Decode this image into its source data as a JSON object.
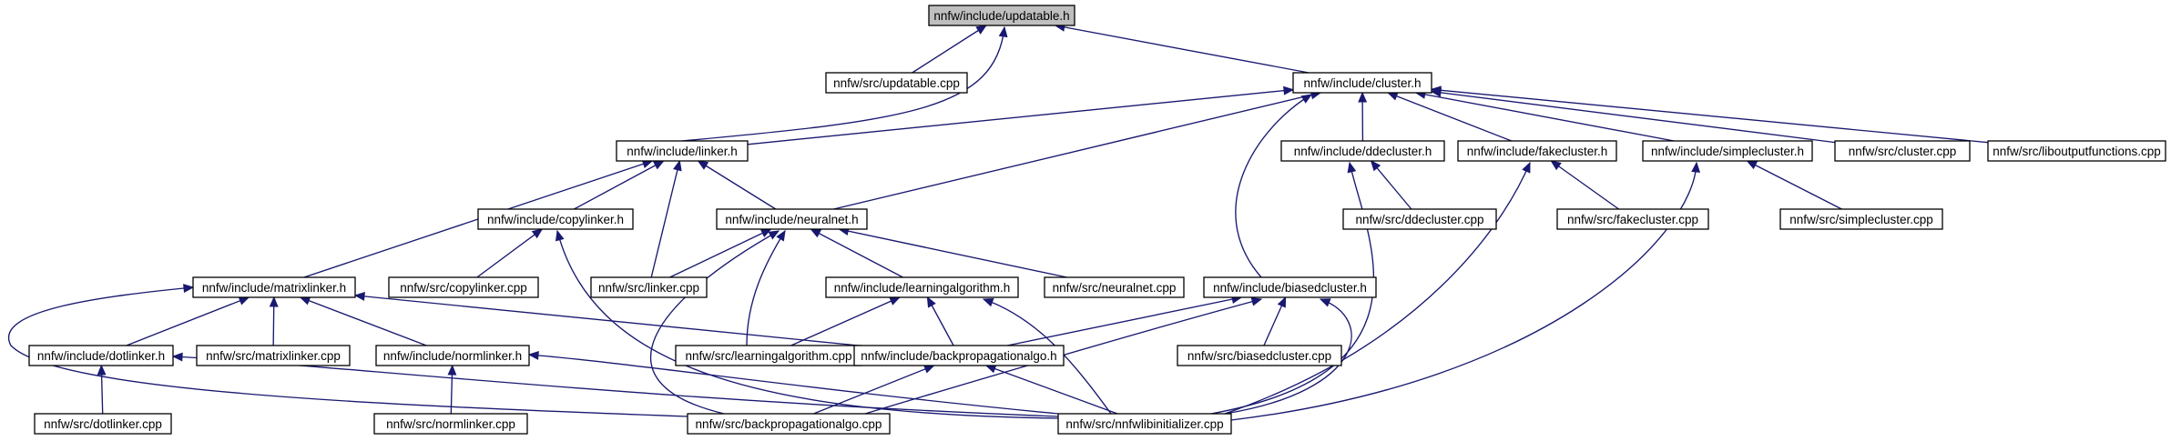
{
  "diagram": {
    "type": "include-dependency-graph",
    "colors": {
      "edge": "#191970",
      "root_fill": "#bfbfbf",
      "node_fill": "#ffffff",
      "node_border": "#000000"
    },
    "nodes": [
      {
        "id": "updatable_h",
        "label": "nnfw/include/updatable.h",
        "root": true
      },
      {
        "id": "updatable_cpp",
        "label": "nnfw/src/updatable.cpp"
      },
      {
        "id": "cluster_h",
        "label": "nnfw/include/cluster.h"
      },
      {
        "id": "linker_h",
        "label": "nnfw/include/linker.h"
      },
      {
        "id": "ddecluster_h",
        "label": "nnfw/include/ddecluster.h"
      },
      {
        "id": "fakecluster_h",
        "label": "nnfw/include/fakecluster.h"
      },
      {
        "id": "simplecluster_h",
        "label": "nnfw/include/simplecluster.h"
      },
      {
        "id": "cluster_cpp",
        "label": "nnfw/src/cluster.cpp"
      },
      {
        "id": "liboutputfunctions_cpp",
        "label": "nnfw/src/liboutputfunctions.cpp"
      },
      {
        "id": "copylinker_h",
        "label": "nnfw/include/copylinker.h"
      },
      {
        "id": "neuralnet_h",
        "label": "nnfw/include/neuralnet.h"
      },
      {
        "id": "ddecluster_cpp",
        "label": "nnfw/src/ddecluster.cpp"
      },
      {
        "id": "fakecluster_cpp",
        "label": "nnfw/src/fakecluster.cpp"
      },
      {
        "id": "simplecluster_cpp",
        "label": "nnfw/src/simplecluster.cpp"
      },
      {
        "id": "matrixlinker_h",
        "label": "nnfw/include/matrixlinker.h"
      },
      {
        "id": "copylinker_cpp",
        "label": "nnfw/src/copylinker.cpp"
      },
      {
        "id": "linker_cpp",
        "label": "nnfw/src/linker.cpp"
      },
      {
        "id": "learningalgorithm_h",
        "label": "nnfw/include/learningalgorithm.h"
      },
      {
        "id": "neuralnet_cpp",
        "label": "nnfw/src/neuralnet.cpp"
      },
      {
        "id": "biasedcluster_h",
        "label": "nnfw/include/biasedcluster.h"
      },
      {
        "id": "dotlinker_h",
        "label": "nnfw/include/dotlinker.h"
      },
      {
        "id": "matrixlinker_cpp",
        "label": "nnfw/src/matrixlinker.cpp"
      },
      {
        "id": "normlinker_h",
        "label": "nnfw/include/normlinker.h"
      },
      {
        "id": "learningalgorithm_cpp",
        "label": "nnfw/src/learningalgorithm.cpp"
      },
      {
        "id": "backpropagationalgo_h",
        "label": "nnfw/include/backpropagationalgo.h"
      },
      {
        "id": "biasedcluster_cpp",
        "label": "nnfw/src/biasedcluster.cpp"
      },
      {
        "id": "dotlinker_cpp",
        "label": "nnfw/src/dotlinker.cpp"
      },
      {
        "id": "normlinker_cpp",
        "label": "nnfw/src/normlinker.cpp"
      },
      {
        "id": "backpropagationalgo_cpp",
        "label": "nnfw/src/backpropagationalgo.cpp"
      },
      {
        "id": "nnfwlibinitializer_cpp",
        "label": "nnfw/src/nnfwlibinitializer.cpp"
      }
    ],
    "edges": [
      {
        "from": "updatable_cpp",
        "to": "updatable_h"
      },
      {
        "from": "cluster_h",
        "to": "updatable_h"
      },
      {
        "from": "linker_h",
        "to": "updatable_h"
      },
      {
        "from": "linker_h",
        "to": "cluster_h"
      },
      {
        "from": "neuralnet_h",
        "to": "cluster_h"
      },
      {
        "from": "ddecluster_h",
        "to": "cluster_h"
      },
      {
        "from": "fakecluster_h",
        "to": "cluster_h"
      },
      {
        "from": "simplecluster_h",
        "to": "cluster_h"
      },
      {
        "from": "cluster_cpp",
        "to": "cluster_h"
      },
      {
        "from": "liboutputfunctions_cpp",
        "to": "cluster_h"
      },
      {
        "from": "biasedcluster_h",
        "to": "cluster_h"
      },
      {
        "from": "matrixlinker_h",
        "to": "linker_h"
      },
      {
        "from": "copylinker_h",
        "to": "linker_h"
      },
      {
        "from": "linker_cpp",
        "to": "linker_h"
      },
      {
        "from": "neuralnet_h",
        "to": "linker_h"
      },
      {
        "from": "ddecluster_cpp",
        "to": "ddecluster_h"
      },
      {
        "from": "nnfwlibinitializer_cpp",
        "to": "ddecluster_h"
      },
      {
        "from": "fakecluster_cpp",
        "to": "fakecluster_h"
      },
      {
        "from": "nnfwlibinitializer_cpp",
        "to": "fakecluster_h"
      },
      {
        "from": "simplecluster_cpp",
        "to": "simplecluster_h"
      },
      {
        "from": "nnfwlibinitializer_cpp",
        "to": "simplecluster_h"
      },
      {
        "from": "copylinker_cpp",
        "to": "copylinker_h"
      },
      {
        "from": "nnfwlibinitializer_cpp",
        "to": "copylinker_h"
      },
      {
        "from": "linker_cpp",
        "to": "neuralnet_h"
      },
      {
        "from": "learningalgorithm_h",
        "to": "neuralnet_h"
      },
      {
        "from": "neuralnet_cpp",
        "to": "neuralnet_h"
      },
      {
        "from": "learningalgorithm_cpp",
        "to": "neuralnet_h"
      },
      {
        "from": "backpropagationalgo_cpp",
        "to": "neuralnet_h"
      },
      {
        "from": "dotlinker_h",
        "to": "matrixlinker_h"
      },
      {
        "from": "matrixlinker_cpp",
        "to": "matrixlinker_h"
      },
      {
        "from": "normlinker_h",
        "to": "matrixlinker_h"
      },
      {
        "from": "backpropagationalgo_h",
        "to": "matrixlinker_h"
      },
      {
        "from": "backpropagationalgo_cpp",
        "to": "matrixlinker_h"
      },
      {
        "from": "learningalgorithm_cpp",
        "to": "learningalgorithm_h"
      },
      {
        "from": "backpropagationalgo_h",
        "to": "learningalgorithm_h"
      },
      {
        "from": "nnfwlibinitializer_cpp",
        "to": "learningalgorithm_h"
      },
      {
        "from": "backpropagationalgo_h",
        "to": "biasedcluster_h"
      },
      {
        "from": "biasedcluster_cpp",
        "to": "biasedcluster_h"
      },
      {
        "from": "backpropagationalgo_cpp",
        "to": "biasedcluster_h"
      },
      {
        "from": "nnfwlibinitializer_cpp",
        "to": "biasedcluster_h"
      },
      {
        "from": "dotlinker_cpp",
        "to": "dotlinker_h"
      },
      {
        "from": "nnfwlibinitializer_cpp",
        "to": "dotlinker_h"
      },
      {
        "from": "normlinker_cpp",
        "to": "normlinker_h"
      },
      {
        "from": "nnfwlibinitializer_cpp",
        "to": "normlinker_h"
      },
      {
        "from": "backpropagationalgo_cpp",
        "to": "backpropagationalgo_h"
      },
      {
        "from": "nnfwlibinitializer_cpp",
        "to": "backpropagationalgo_h"
      }
    ]
  }
}
